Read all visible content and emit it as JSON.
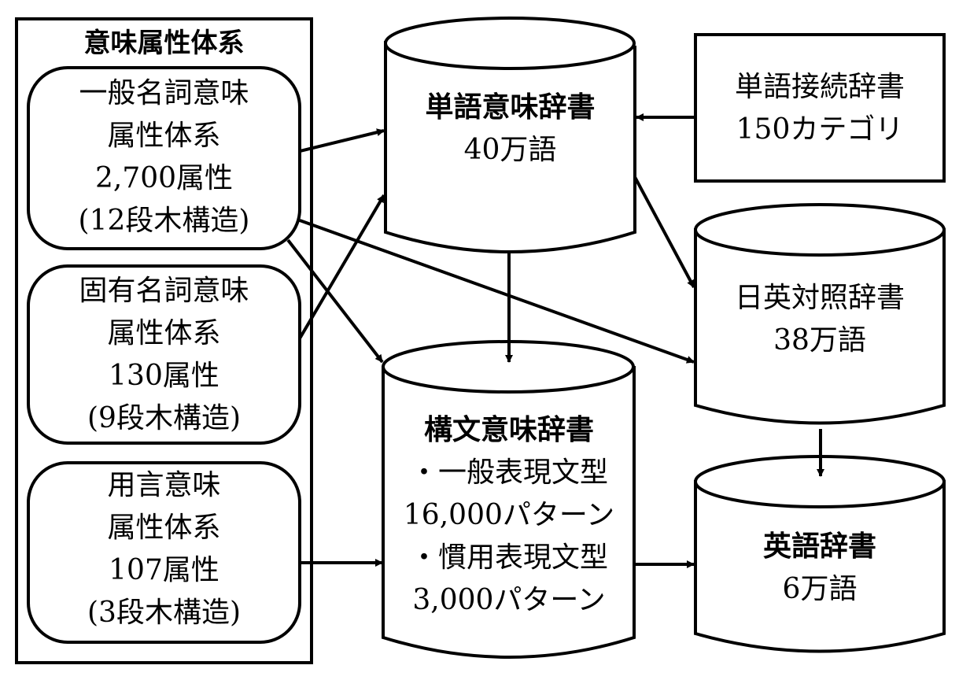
{
  "diagram": {
    "semantic_panel": {
      "title": "意味属性体系",
      "boxes": [
        {
          "lines": [
            "一般名詞意味",
            "属性体系",
            "2,700属性",
            "(12段木構造)"
          ]
        },
        {
          "lines": [
            "固有名詞意味",
            "属性体系",
            "130属性",
            "(9段木構造)"
          ]
        },
        {
          "lines": [
            "用言意味",
            "属性体系",
            "107属性",
            "(3段木構造)"
          ]
        }
      ]
    },
    "word_semantic_dict": {
      "title": "単語意味辞書",
      "count": "40万語"
    },
    "word_connection_dict": {
      "title": "単語接続辞書",
      "count": "150カテゴリ"
    },
    "jp_en_dict": {
      "title": "日英対照辞書",
      "count": "38万語"
    },
    "syntax_semantic_dict": {
      "title": "構文意味辞書",
      "items": [
        {
          "bullet": "・一般表現文型",
          "count": "16,000パターン"
        },
        {
          "bullet": "・慣用表現文型",
          "count": "3,000パターン"
        }
      ]
    },
    "english_dict": {
      "title": "英語辞書",
      "count": "6万語"
    },
    "edges": [
      {
        "from": "一般名詞意味属性体系",
        "to": "単語意味辞書"
      },
      {
        "from": "固有名詞意味属性体系",
        "to": "単語意味辞書"
      },
      {
        "from": "一般名詞意味属性体系",
        "to": "構文意味辞書"
      },
      {
        "from": "一般名詞意味属性体系",
        "to": "日英対照辞書"
      },
      {
        "from": "用言意味属性体系",
        "to": "構文意味辞書"
      },
      {
        "from": "単語接続辞書",
        "to": "単語意味辞書"
      },
      {
        "from": "単語意味辞書",
        "to": "構文意味辞書"
      },
      {
        "from": "単語意味辞書",
        "to": "日英対照辞書"
      },
      {
        "from": "日英対照辞書",
        "to": "英語辞書"
      },
      {
        "from": "構文意味辞書",
        "to": "英語辞書"
      }
    ]
  }
}
